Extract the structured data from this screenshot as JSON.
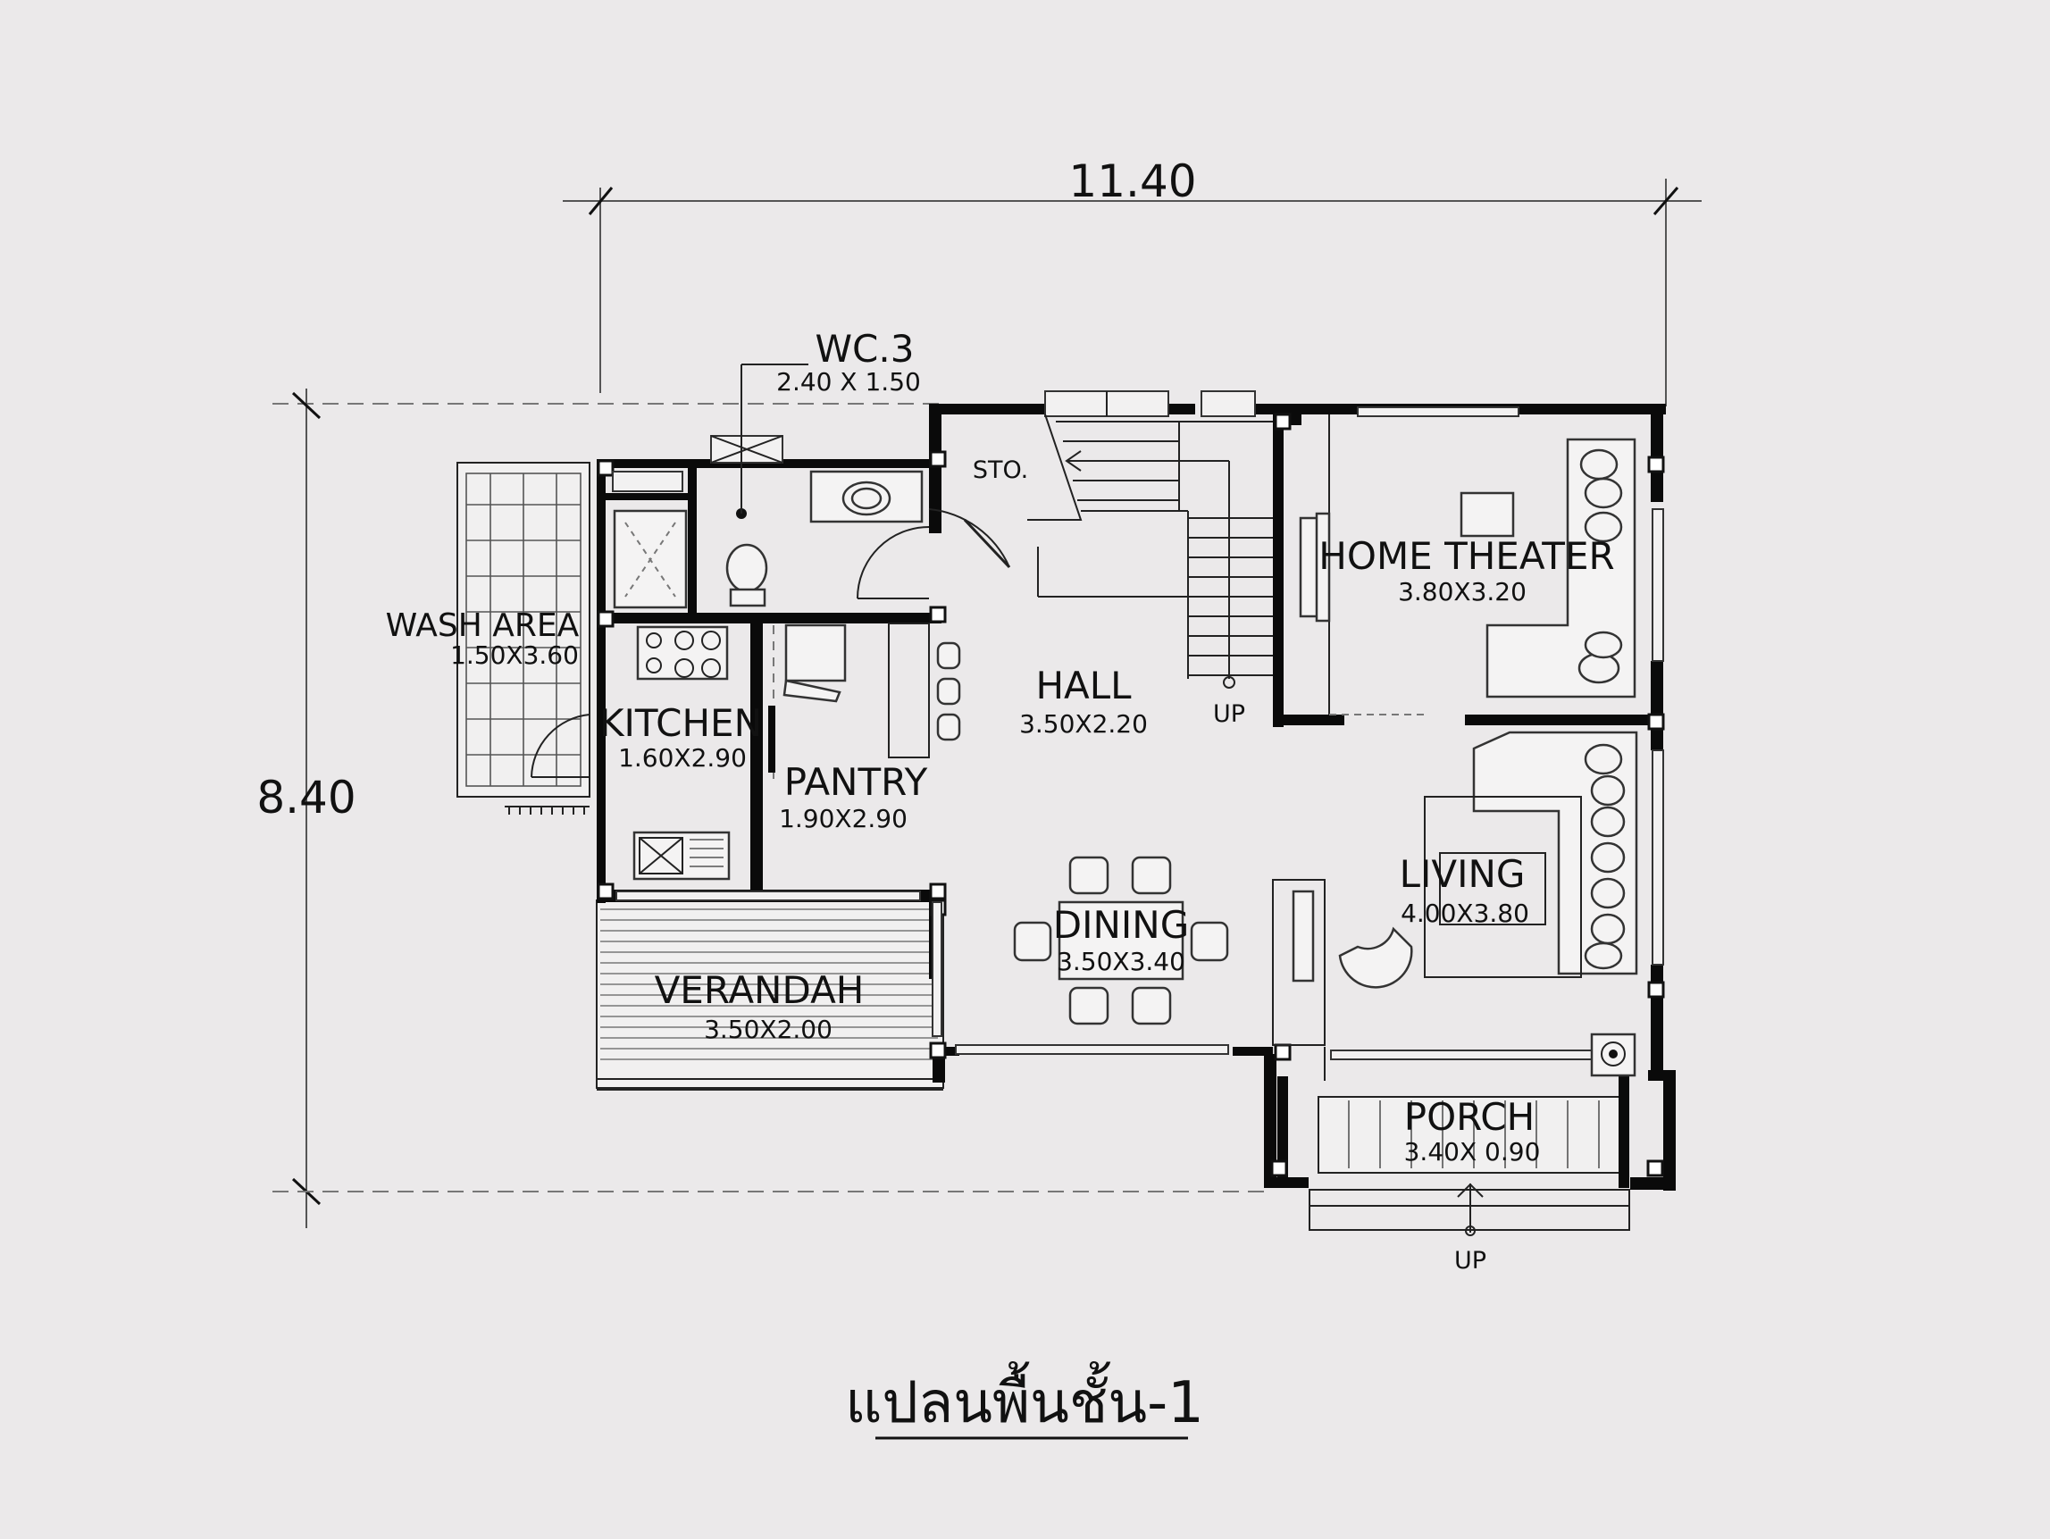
{
  "plan": {
    "title": "แปลนพื้นชั้น-1",
    "dimensions": {
      "width": "11.40",
      "depth": "8.40"
    },
    "rooms": {
      "wc": {
        "name": "WC.3",
        "size": "2.40 X 1.50"
      },
      "store": {
        "name": "STO."
      },
      "home_theater": {
        "name": "HOME THEATER",
        "size": "3.80X3.20"
      },
      "wash_area": {
        "name": "WASH AREA",
        "size": "1.50X3.60"
      },
      "kitchen": {
        "name": "KITCHEN",
        "size": "1.60X2.90"
      },
      "pantry": {
        "name": "PANTRY",
        "size": "1.90X2.90"
      },
      "hall": {
        "name": "HALL",
        "size": "3.50X2.20"
      },
      "living": {
        "name": "LIVING",
        "size": "4.00X3.80"
      },
      "dining": {
        "name": "DINING",
        "size": "3.50X3.40"
      },
      "verandah": {
        "name": "VERANDAH",
        "size": "3.50X2.00"
      },
      "porch": {
        "name": "PORCH",
        "size": "3.40X 0.90"
      }
    },
    "stair_up_label": "UP",
    "porch_up_label": "UP"
  },
  "colors": {
    "background": "#ebe9ea",
    "wall": "#0a0a0a",
    "line": "#222222"
  }
}
